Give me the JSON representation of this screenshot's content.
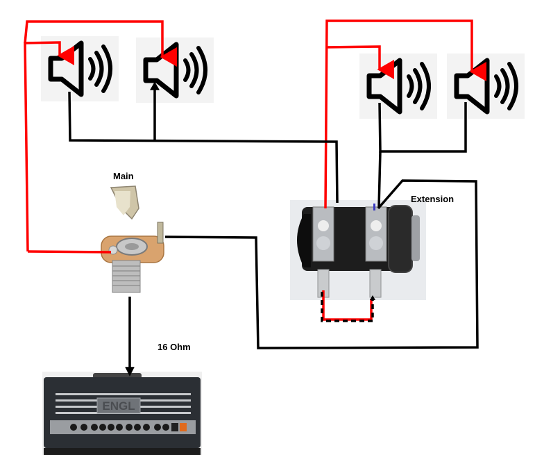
{
  "labels": {
    "main_jack": "Main",
    "extension_jack": "Extension",
    "impedance": "16 Ohm"
  },
  "components": {
    "speakers": [
      {
        "id": "speaker-1",
        "group": "left"
      },
      {
        "id": "speaker-2",
        "group": "left"
      },
      {
        "id": "speaker-3",
        "group": "right"
      },
      {
        "id": "speaker-4",
        "group": "right"
      }
    ],
    "main_jack": {
      "type": "open-frame mono jack"
    },
    "extension_jack": {
      "type": "switched enclosed jack"
    },
    "amplifier": {
      "brand_text": "ENGL"
    }
  },
  "colors": {
    "positive_wire": "#ff0000",
    "negative_wire": "#000000",
    "marker": "#3a3ac0",
    "speaker_bg": "#f3f3f3"
  }
}
